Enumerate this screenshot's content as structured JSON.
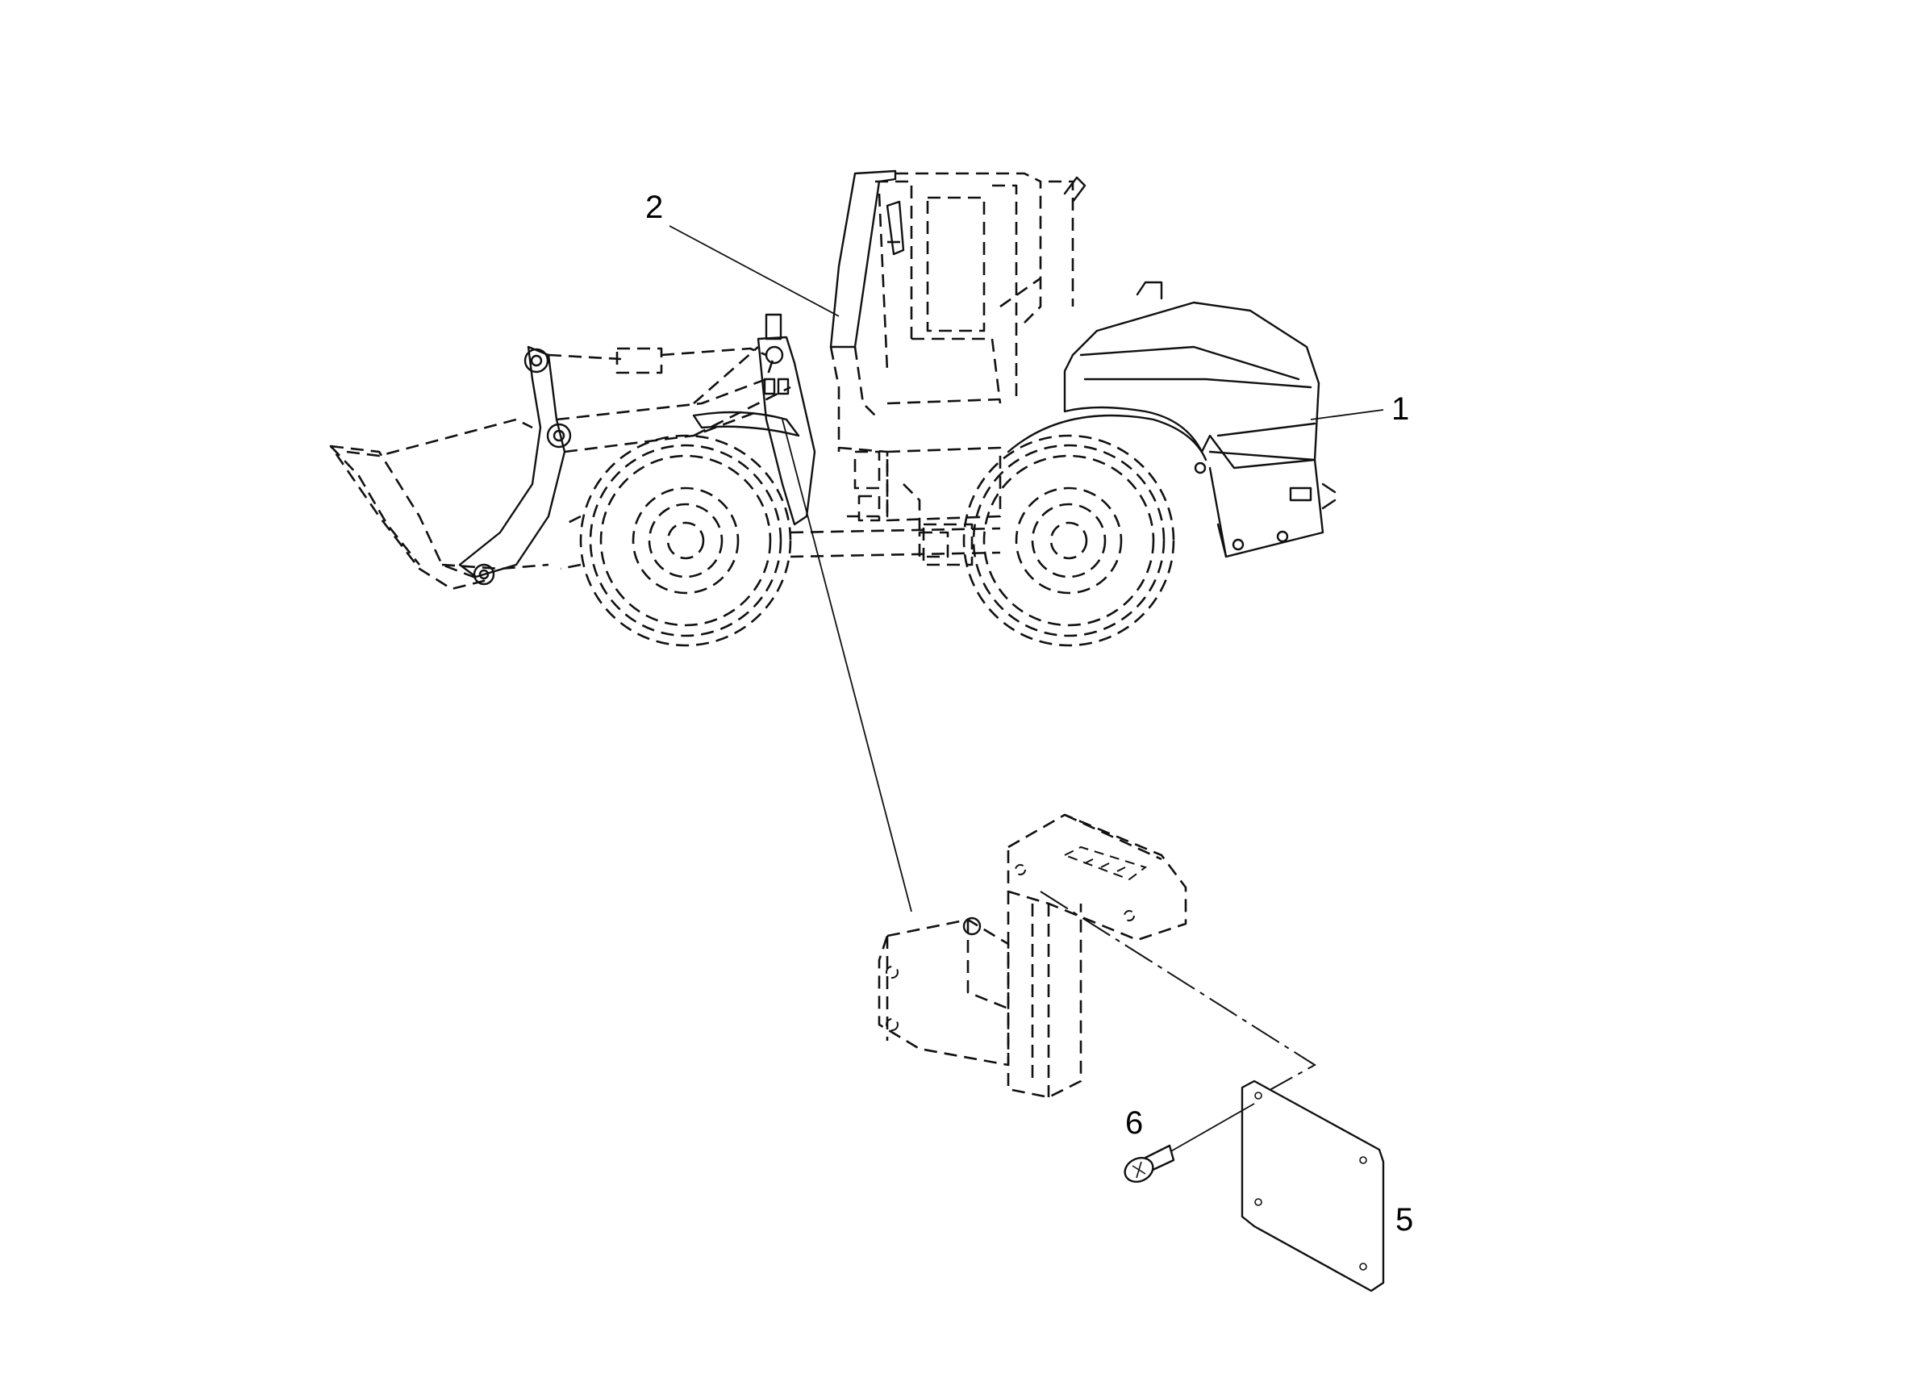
{
  "callouts": {
    "c1": "1",
    "c2": "2",
    "c5": "5",
    "c6": "6"
  }
}
